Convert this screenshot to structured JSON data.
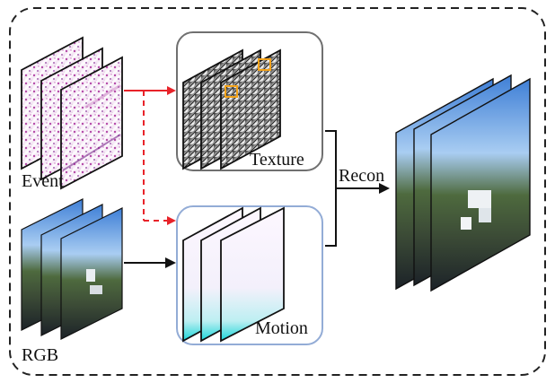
{
  "labels": {
    "event": "Event",
    "rgb": "RGB",
    "texture": "Texture",
    "motion": "Motion",
    "recon": "Recon"
  },
  "colors": {
    "border": "#222222",
    "texture_box": "#707070",
    "motion_box": "#93acd6",
    "red_arrow": "#e8232a",
    "black_arrow": "#111111",
    "highlight": "#f3a21a"
  },
  "icons": [
    "event-frame-stack",
    "rgb-frame-stack",
    "texture-frame-stack",
    "motion-frame-stack",
    "recon-frame-stack"
  ]
}
